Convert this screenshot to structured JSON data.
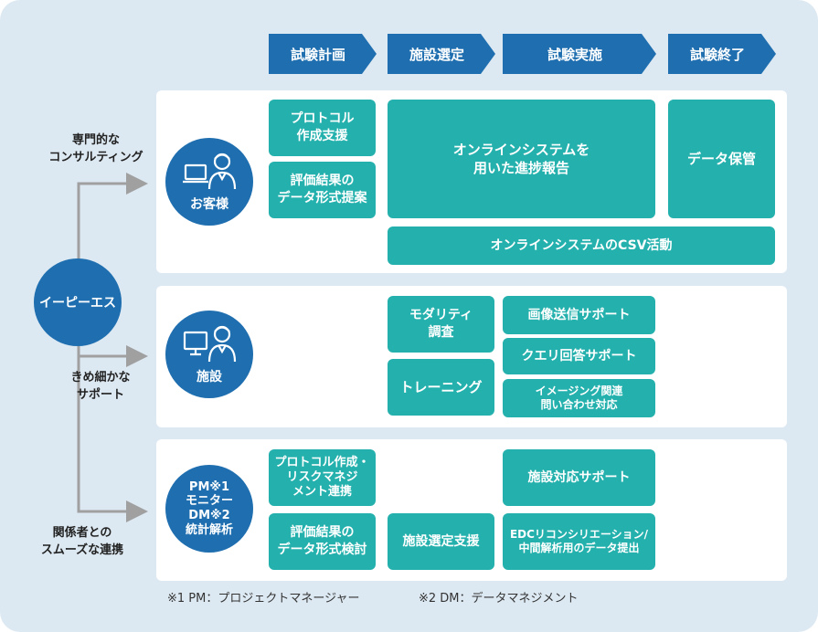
{
  "phases": [
    "試験計画",
    "施設選定",
    "試験実施",
    "試験終了"
  ],
  "center": {
    "label": "イーピーエス"
  },
  "side_labels": {
    "top": "専門的な\nコンサルティング",
    "middle": "きめ細かな\nサポート",
    "bottom": "関係者との\nスムーズな連携"
  },
  "rows": {
    "customer": {
      "circle_label": "お客様",
      "icon": "laptop-person-icon",
      "boxes": {
        "protocol": "プロトコル\n作成支援",
        "eval_format": "評価結果の\nデータ形式提案",
        "online_report": "オンラインシステムを\n用いた進捗報告",
        "data_storage": "データ保管",
        "online_csv": "オンラインシステムのCSV活動"
      }
    },
    "facility": {
      "circle_label": "施設",
      "icon": "monitor-person-icon",
      "boxes": {
        "modality": "モダリティ\n調査",
        "training": "トレーニング",
        "image_send": "画像送信サポート",
        "query": "クエリ回答サポート",
        "imaging_inquiry": "イメージング関連\n問い合わせ対応"
      }
    },
    "pm": {
      "circle_lines": [
        "PM※1",
        "モニター",
        "DM※2",
        "統計解析"
      ],
      "boxes": {
        "protocol_risk": "プロトコル作成・\nリスクマネジ\nメント連携",
        "eval_format_review": "評価結果の\nデータ形式検討",
        "facility_selection": "施設選定支援",
        "facility_support": "施設対応サポート",
        "edc": "EDCリコンシリエーション/\n中間解析用のデータ提出"
      }
    }
  },
  "footnotes": {
    "note1": "※1 PM：プロジェクトマネージャー",
    "note2": "※2 DM：データマネジメント"
  },
  "colors": {
    "background": "#dde9f2",
    "phase_arrow": "#1f6fb0",
    "circle": "#1f6fb0",
    "teal_box": "#24b1ad",
    "connector": "#a0a0a0"
  }
}
